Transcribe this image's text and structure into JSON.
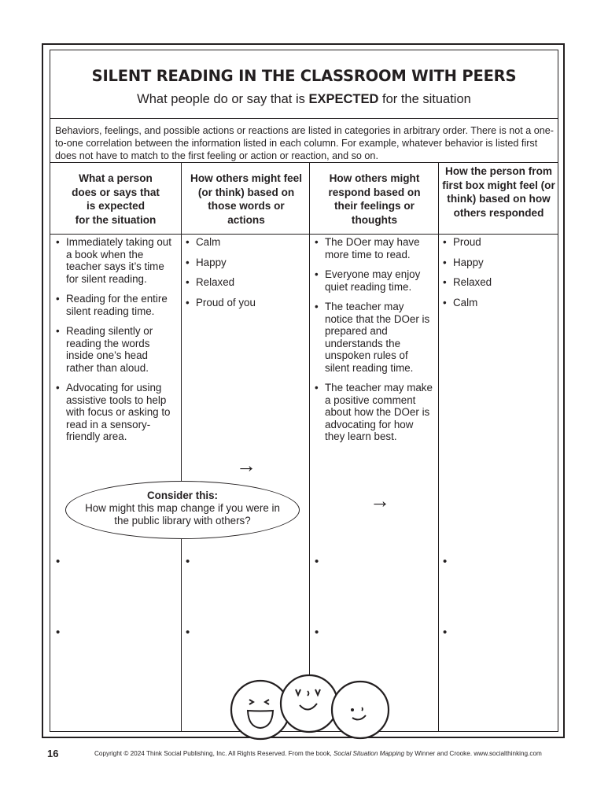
{
  "header": {
    "title": "SILENT READING IN THE CLASSROOM WITH PEERS",
    "subtitle_pre": "What people do or say that is ",
    "subtitle_bold": "EXPECTED",
    "subtitle_post": " for the situation"
  },
  "intro": "Behaviors, feelings, and possible actions or reactions are listed in categories in arbitrary order. There is not a one-to-one correlation between the information listed in each column. For example, whatever behavior is listed first does not have to match to the first feeling or action or reaction, and so on.",
  "columns": [
    {
      "heading_lines": [
        "What a person",
        "does or says that"
      ],
      "heading_is": "is ",
      "heading_bold": "expected",
      "heading_tail": "for the situation",
      "items": [
        "Immediately taking out a book when the teacher says it’s time for silent reading.",
        "Reading for the entire silent reading time.",
        "Reading silently or reading the words inside one’s head rather than aloud.",
        "Advocating for using assistive tools to help with focus or asking to read in a sensory-friendly area."
      ]
    },
    {
      "heading": "How others might feel (or think) based on those words or actions",
      "items": [
        "Calm",
        "Happy",
        "Relaxed",
        "Proud of you"
      ]
    },
    {
      "heading": "How others might respond based on their feelings or thoughts",
      "items": [
        "The DOer may have more time to read.",
        "Everyone may enjoy quiet reading time.",
        "The teacher may notice that the DOer is prepared and understands the unspoken rules of silent reading time.",
        "The teacher may make a positive comment about how the DOer is advocating for how they learn best."
      ]
    },
    {
      "heading": "How the person from first box might feel (or think) based on how others responded",
      "items": [
        "Proud",
        "Happy",
        "Relaxed",
        "Calm"
      ]
    }
  ],
  "arrow_glyph": "→",
  "consider": {
    "title": "Consider this:",
    "text": "How might this map change if you were in the public library with others?"
  },
  "footer": {
    "page_number": "16",
    "copyright_pre": "Copyright © 2024 Think Social Publishing, Inc. All Rights Reserved. From the book, ",
    "book_title": "Social Situation Mapping",
    "copyright_post": " by Winner and Crooke. www.socialthinking.com"
  }
}
